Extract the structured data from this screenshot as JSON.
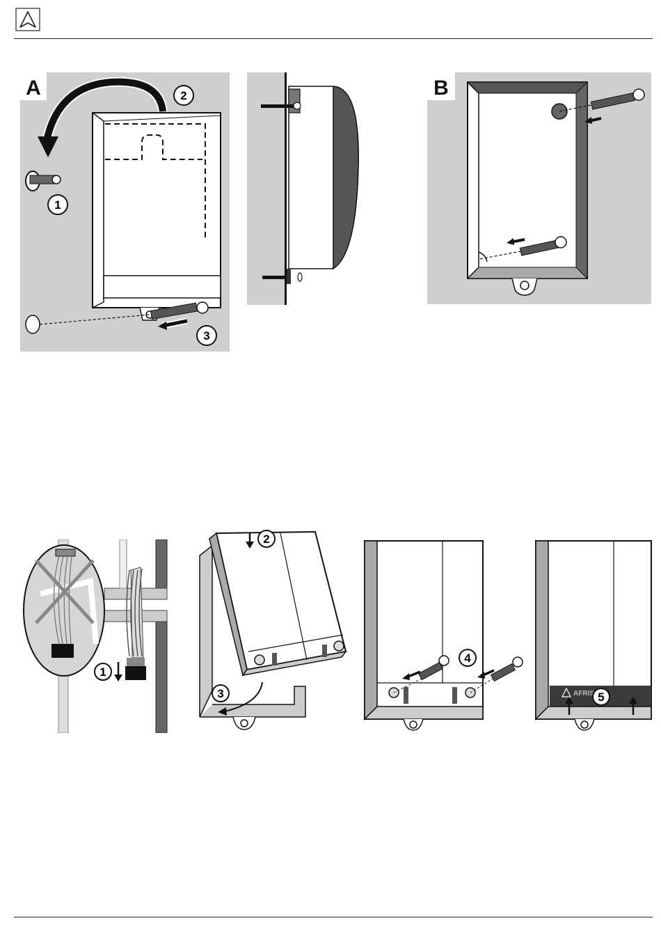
{
  "header": {
    "logo_icon": "afriso-triangle-logo-icon"
  },
  "figures": {
    "step_a": {
      "label": "A",
      "steps": [
        "1",
        "2",
        "3"
      ]
    },
    "step_b": {
      "label": "B"
    },
    "step_c": {
      "steps": [
        "1"
      ]
    },
    "step_d": {
      "steps": [
        "2",
        "3"
      ]
    },
    "step_e": {
      "steps": [
        "4"
      ]
    },
    "step_f": {
      "steps": [
        "5"
      ],
      "brand_text": "AFRISO"
    }
  },
  "colors": {
    "panel_gray": "#cfcfcf",
    "ink": "#1a1a1a",
    "dark_side": "#555555",
    "cover_dark": "#3a3a3a"
  }
}
